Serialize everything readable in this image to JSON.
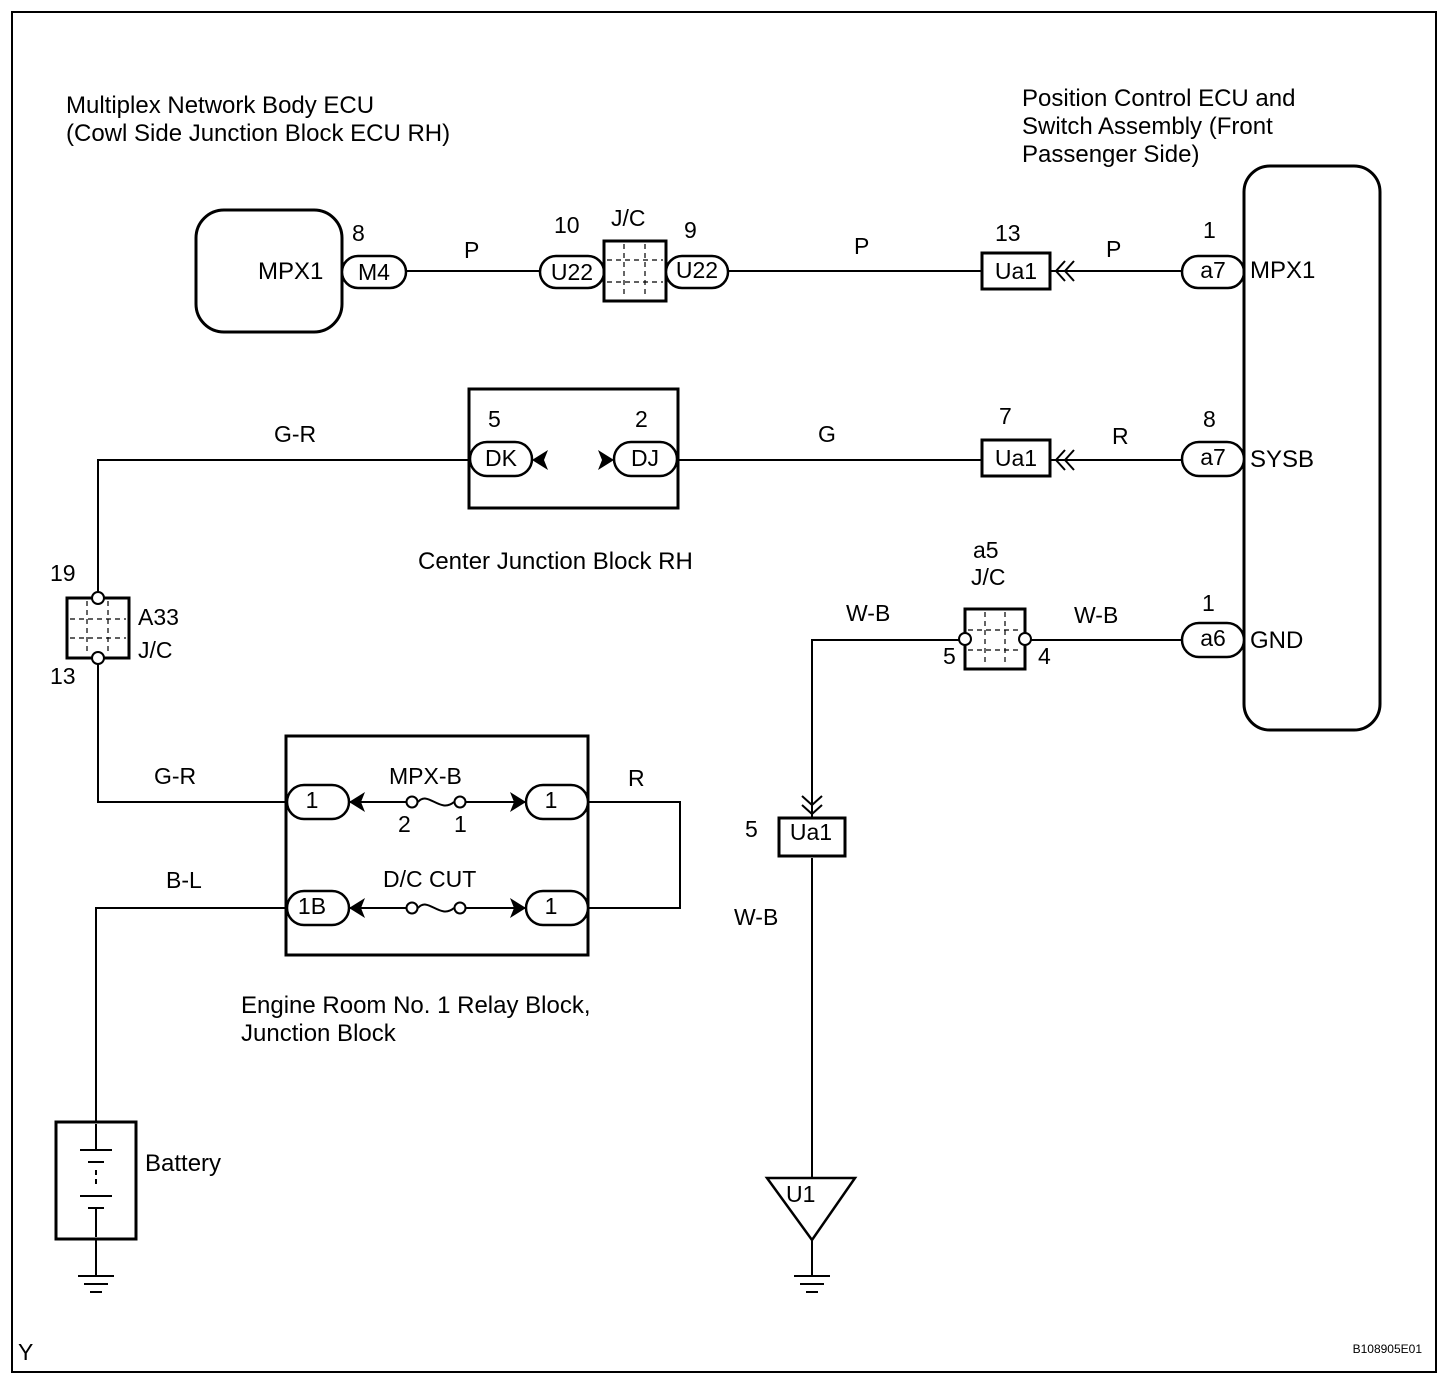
{
  "components": {
    "body_ecu_line1": "Multiplex Network Body ECU",
    "body_ecu_line2": "(Cowl Side Junction Block ECU RH)",
    "pos_ecu_line1": "Position Control ECU and",
    "pos_ecu_line2": "Switch Assembly (Front",
    "pos_ecu_line3": "Passenger Side)",
    "center_jb": "Center Junction Block RH",
    "engine_rb_line1": "Engine Room No. 1 Relay Block,",
    "engine_rb_line2": "Junction Block",
    "battery": "Battery"
  },
  "terminals": {
    "body_mpx1": "MPX1",
    "ecu_mpx1": "MPX1",
    "ecu_sysb": "SYSB",
    "ecu_gnd": "GND"
  },
  "connectors": {
    "m4": "M4",
    "u22a": "U22",
    "u22b": "U22",
    "ua1_top": "Ua1",
    "a7_top": "a7",
    "dk": "DK",
    "dj": "DJ",
    "ua1_mid": "Ua1",
    "a7_mid": "a7",
    "a6": "a6",
    "ua1_low": "Ua1",
    "u1": "U1",
    "er_1_left": "1",
    "er_1_right": "1",
    "er_1b": "1B",
    "er_1_bot": "1",
    "a33": "A33",
    "jc_a33": "J/C",
    "jc_top": "J/C",
    "a5": "a5",
    "jc_a5": "J/C"
  },
  "pins": {
    "m4": "8",
    "u22a": "10",
    "u22b": "9",
    "ua1_top": "13",
    "a7_top": "1",
    "dk": "5",
    "dj": "2",
    "ua1_mid": "7",
    "a7_mid": "8",
    "a6": "1",
    "a33_top": "19",
    "a33_bot": "13",
    "a5_left": "5",
    "a5_right": "4",
    "ua1_low": "5",
    "fuse_left": "2",
    "fuse_right": "1"
  },
  "wires": {
    "p1": "P",
    "p2": "P",
    "p3": "P",
    "gr_top": "G-R",
    "g": "G",
    "r_mid": "R",
    "wb_left": "W-B",
    "wb_right": "W-B",
    "wb_down": "W-B",
    "gr_low": "G-R",
    "r_low": "R",
    "bl": "B-L"
  },
  "fuses": {
    "mpx_b": "MPX-B",
    "dc_cut": "D/C CUT"
  },
  "footer": {
    "corner": "Y",
    "code": "B108905E01"
  }
}
